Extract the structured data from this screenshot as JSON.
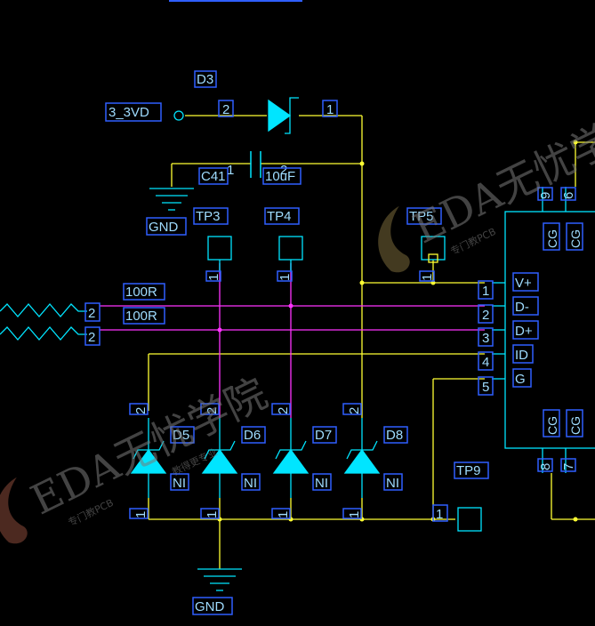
{
  "labels": {
    "net_3v3": "3_3VD",
    "d3": "D3",
    "d3_pin2": "2",
    "d3_pin1": "1",
    "c41": "C41",
    "c41_value": "10uF",
    "c41_pin1": "1",
    "c41_pin2": "2",
    "gnd_top": "GND",
    "gnd_bottom": "GND",
    "tp3": "TP3",
    "tp4": "TP4",
    "tp5": "TP5",
    "tp9": "TP9",
    "tp_pin": "1",
    "r_top": "100R",
    "r_bottom": "100R",
    "r_pin": "2",
    "d5": "D5",
    "d6": "D6",
    "d7": "D7",
    "d8": "D8",
    "ni": "NI",
    "diode_pin1": "1",
    "diode_pin2": "2",
    "tp9_pin": "1"
  },
  "connector": {
    "pins": [
      {
        "num": "1",
        "name": "V+"
      },
      {
        "num": "2",
        "name": "D-"
      },
      {
        "num": "3",
        "name": "D+"
      },
      {
        "num": "4",
        "name": "ID"
      },
      {
        "num": "5",
        "name": "G"
      }
    ],
    "cg": "CG",
    "shield_pins": [
      "9",
      "6",
      "8",
      "7"
    ]
  },
  "watermark": {
    "brand": "EDA无忧学院",
    "subtitle": "专门教PCB",
    "subtitle2": "教得更专业"
  },
  "colors": {
    "wire": "#ffff33",
    "signal": "#ff33ff",
    "component": "#00e5ff",
    "label_box": "#2f5fff",
    "text": "#9fdcff"
  }
}
